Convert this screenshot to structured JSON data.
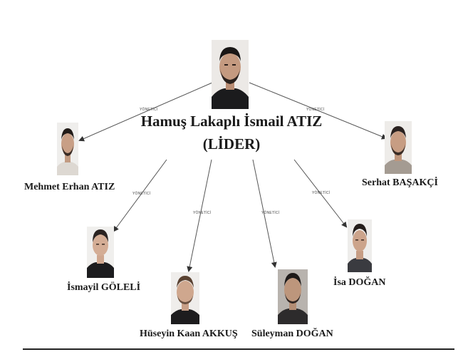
{
  "leader": {
    "name": "Hamuş Lakaplı İsmail ATIZ",
    "role": "(LİDER)"
  },
  "edge_label": "YÖNETİCİ",
  "members": [
    {
      "id": "mehmet",
      "name": "Mehmet Erhan ATIZ"
    },
    {
      "id": "serhat",
      "name": "Serhat BAŞAKÇİ"
    },
    {
      "id": "ismayil",
      "name": "İsmayil GÖLELİ"
    },
    {
      "id": "huseyin",
      "name": "Hüseyin Kaan AKKUŞ"
    },
    {
      "id": "suleyman",
      "name": "Süleyman DOĞAN"
    },
    {
      "id": "isa",
      "name": "İsa DOĞAN"
    }
  ]
}
